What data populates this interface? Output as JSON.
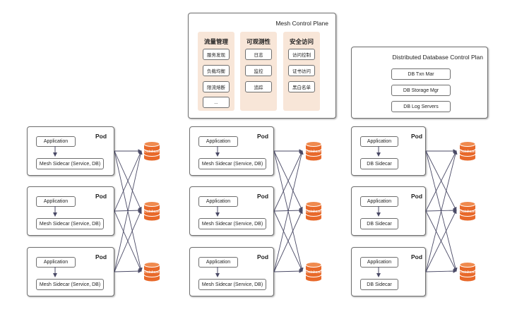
{
  "mesh_control_plane": {
    "title": "Mesh Control Plane",
    "columns": [
      {
        "header": "流量管理",
        "items": [
          "服务发现",
          "负载均衡",
          "限流熔断",
          "..."
        ]
      },
      {
        "header": "可观测性",
        "items": [
          "日志",
          "监控",
          "追踪"
        ]
      },
      {
        "header": "安全访问",
        "items": [
          "访问控制",
          "证书访问",
          "黑白名单"
        ]
      }
    ]
  },
  "db_control_plane": {
    "title": "Distributed Database Control Plan",
    "items": [
      "DB Txn Mar",
      "DB Storage Mgr",
      "DB Log Servers"
    ]
  },
  "pod": {
    "title": "Pod",
    "application_label": "Application",
    "mesh_sidecar_label": "Mesh Sidecar (Service, DB)",
    "db_sidecar_label": "DB Sidecar"
  },
  "database_label": "Database",
  "colors": {
    "accent_fill": "#f8e6d8",
    "database_orange": "#e8692a",
    "line": "#4a4a66",
    "border": "#6f6f6f"
  }
}
